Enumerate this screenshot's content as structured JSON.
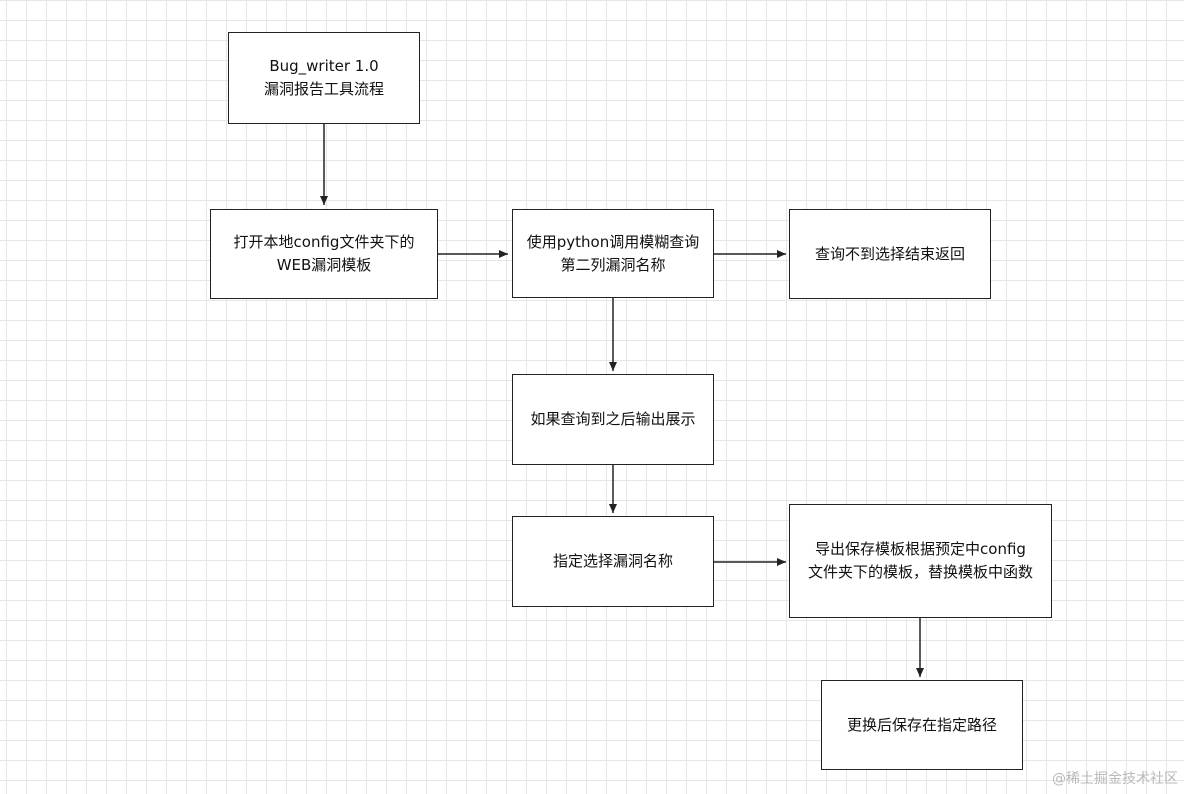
{
  "flowchart": {
    "nodes": {
      "title": {
        "line1": "Bug_writer 1.0",
        "line2": "漏洞报告工具流程"
      },
      "open_template": {
        "line1": "打开本地config文件夹下的",
        "line2": "WEB漏洞模板"
      },
      "python_query": {
        "line1": "使用python调用模糊查询",
        "line2": "第二列漏洞名称"
      },
      "not_found": {
        "line1": "查询不到选择结束返回"
      },
      "show_results": {
        "line1": "如果查询到之后输出展示"
      },
      "select_vuln": {
        "line1": "指定选择漏洞名称"
      },
      "export_template": {
        "line1": "导出保存模板根据预定中config",
        "line2": "文件夹下的模板，替换模板中函数"
      },
      "save_path": {
        "line1": "更换后保存在指定路径"
      }
    }
  },
  "watermark": "@稀土掘金技术社区",
  "colors": {
    "grid": "#e6e6e6",
    "stroke": "#222222",
    "background": "#ffffff"
  }
}
